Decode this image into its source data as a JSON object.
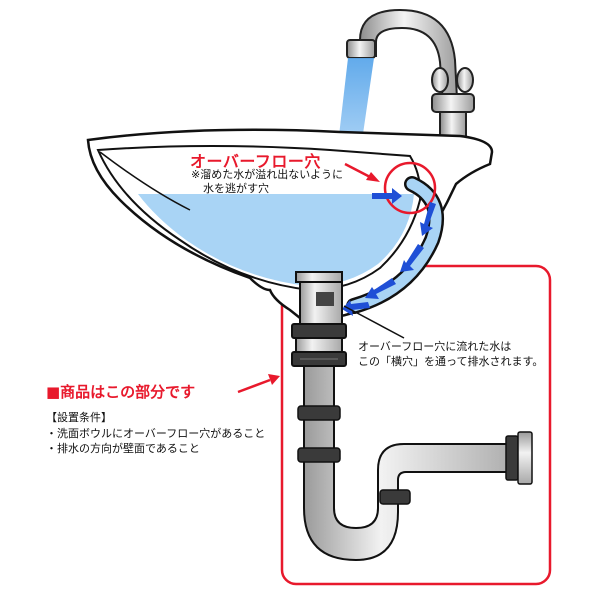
{
  "overflow": {
    "title": "オーバーフロー穴",
    "note_line1": "※溜めた水が溢れ出ないように",
    "note_line2": "水を逃がす穴"
  },
  "side_hole": {
    "line1": "オーバーフロー穴に流れた水は",
    "line2": "この「横穴」を通って排水されます。"
  },
  "product": {
    "title": "■商品はこの部分です"
  },
  "conditions": {
    "title": "【設置条件】",
    "items": [
      "・洗面ボウルにオーバーフロー穴があること",
      "・排水の方向が壁面であること"
    ]
  },
  "colors": {
    "accent_red": "#e8192c",
    "water_blue": "#a9d4f5",
    "flow_arrow_blue": "#1f4fd6",
    "pipe_gray": "#cfcfcf"
  }
}
